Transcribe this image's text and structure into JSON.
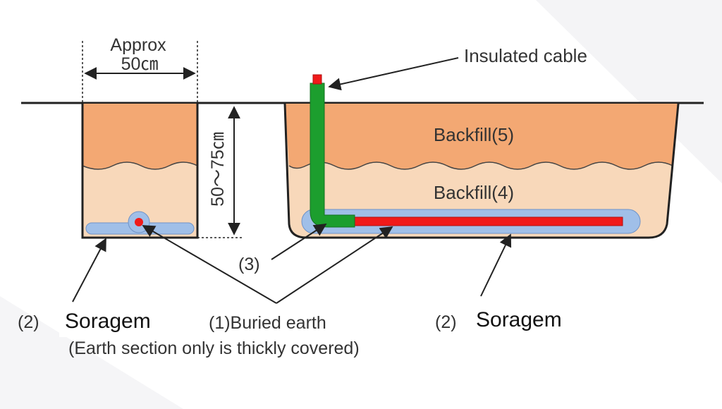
{
  "labels": {
    "width_approx": "Approx",
    "width_value": "50㎝",
    "depth_value": "50～75㎝",
    "insulated_cable": "Insulated cable",
    "backfill_5": "Backfill(5)",
    "backfill_4": "Backfill(4)",
    "item_3": "(3)",
    "item_2_left": "(2)",
    "item_2_right": "(2)",
    "soragem_left": "Soragem",
    "soragem_right": "Soragem",
    "buried_earth": "(1)Buried earth",
    "note": "(Earth section only is thickly covered)"
  },
  "colors": {
    "backfill_upper": "#F3A873",
    "backfill_lower": "#F8D8BA",
    "soragem": "#A0BFE8",
    "earth_cable": "#F01A1A",
    "insulated_cable": "#1C9E2E",
    "outline": "#222222",
    "text": "#333333"
  }
}
